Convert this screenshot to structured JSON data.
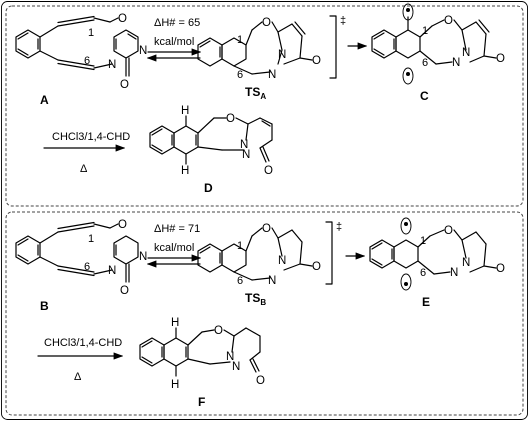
{
  "panel_top": {
    "reactant_label": "A",
    "locant_1": "1",
    "locant_6": "6",
    "energy": "ΔH# = 65",
    "energy_unit": "kcal/mol",
    "ts_label": "TS",
    "ts_sub": "A",
    "dagger": "‡",
    "diradical_label": "C",
    "conditions": "CHCl3/1,4-CHD",
    "conditions_heat": "Δ",
    "product_label": "D"
  },
  "panel_bottom": {
    "reactant_label": "B",
    "locant_1": "1",
    "locant_6": "6",
    "energy": "ΔH# = 71",
    "energy_unit": "kcal/mol",
    "ts_label": "TS",
    "ts_sub": "B",
    "dagger": "‡",
    "diradical_label": "E",
    "conditions": "CHCl3/1,4-CHD",
    "conditions_heat": "Δ",
    "product_label": "F"
  },
  "atoms": {
    "O": "O",
    "N": "N",
    "H": "H"
  }
}
